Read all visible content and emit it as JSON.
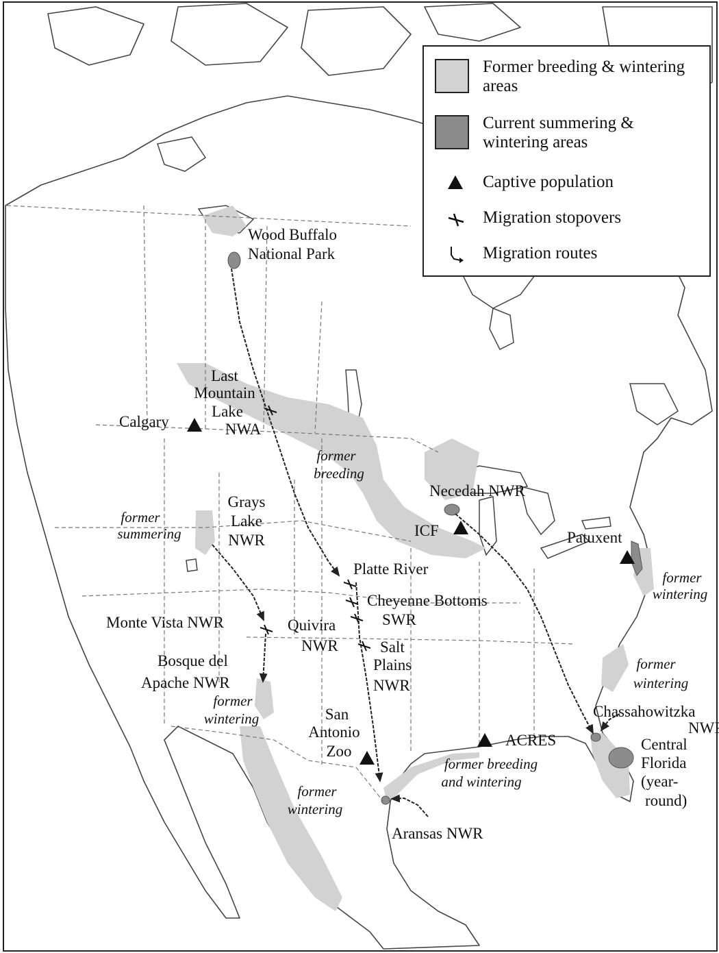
{
  "colors": {
    "former": "#d2d2d2",
    "current": "#8c8c8c",
    "lines": "#555555",
    "water": "#ffffff",
    "text": "#111111"
  },
  "legend": {
    "former_label": "Former breeding & wintering areas",
    "current_label": "Current summering & wintering areas",
    "captive_label": "Captive population",
    "stopover_label": "Migration stopovers",
    "route_label": "Migration routes",
    "captive_icon": "triangle-icon",
    "stopover_icon": "stopover-icon",
    "route_icon": "route-arrow-icon"
  },
  "places": {
    "wood_buffalo_1": "Wood Buffalo",
    "wood_buffalo_2": "National Park",
    "last_mountain_1": "Last",
    "last_mountain_2": "Mountain",
    "last_mountain_3": "Lake",
    "last_mountain_4": "NWA",
    "calgary": "Calgary",
    "grays_lake_1": "Grays",
    "grays_lake_2": "Lake",
    "grays_lake_3": "NWR",
    "necedah": "Necedah NWR",
    "icf": "ICF",
    "patuxent": "Patuxent",
    "platte": "Platte River",
    "cheyenne_1": "Cheyenne Bottoms",
    "cheyenne_2": "SWR",
    "monte_vista": "Monte Vista NWR",
    "quivira_1": "Quivira",
    "quivira_2": "NWR",
    "salt_plains_1": "Salt",
    "salt_plains_2": "Plains",
    "salt_plains_3": "NWR",
    "bosque_1": "Bosque del",
    "bosque_2": "Apache NWR",
    "san_antonio_1": "San",
    "san_antonio_2": "Antonio",
    "san_antonio_3": "Zoo",
    "acres": "ACRES",
    "chassahowitzka_1": "Chassahowitzka",
    "chassahowitzka_2": "NWR",
    "central_florida_1": "Central",
    "central_florida_2": "Florida",
    "central_florida_3": "(year-",
    "central_florida_4": "round)",
    "aransas": "Aransas NWR"
  },
  "annotations": {
    "former_breeding_1": "former",
    "former_breeding_2": "breeding",
    "former_summering_1": "former",
    "former_summering_2": "summering",
    "former_wintering_east_1": "former",
    "former_wintering_east_2": "wintering",
    "former_wintering_se_1": "former",
    "former_wintering_se_2": "wintering",
    "former_wintering_nm_1": "former",
    "former_wintering_nm_2": "wintering",
    "former_breeding_gulf_1": "former breeding",
    "former_breeding_gulf_2": "and wintering",
    "former_wintering_mx_1": "former",
    "former_wintering_mx_2": "wintering"
  }
}
